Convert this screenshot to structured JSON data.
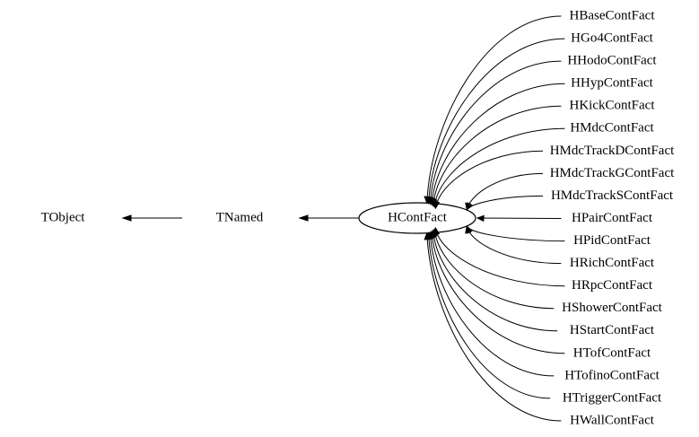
{
  "nodes": {
    "root": "TObject",
    "named": "TNamed",
    "center": "HContFact"
  },
  "children": [
    "HBaseContFact",
    "HGo4ContFact",
    "HHodoContFact",
    "HHypContFact",
    "HKickContFact",
    "HMdcContFact",
    "HMdcTrackDContFact",
    "HMdcTrackGContFact",
    "HMdcTrackSContFact",
    "HPairContFact",
    "HPidContFact",
    "HRichContFact",
    "HRpcContFact",
    "HShowerContFact",
    "HStartContFact",
    "HTofContFact",
    "HTofinoContFact",
    "HTriggerContFact",
    "HWallContFact"
  ],
  "colors": {
    "line": "#000000",
    "background": "#ffffff"
  }
}
